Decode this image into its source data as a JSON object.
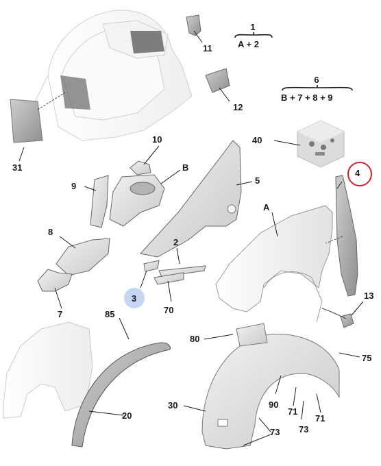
{
  "callouts": {
    "c1": "1",
    "c2": "2",
    "c3": "3",
    "c4": "4",
    "c5": "5",
    "c6": "6",
    "c7": "7",
    "c8": "8",
    "c9": "9",
    "c10": "10",
    "c11": "11",
    "c12": "12",
    "c13": "13",
    "c20": "20",
    "c30": "30",
    "c31": "31",
    "c40": "40",
    "c70": "70",
    "c71a": "71",
    "c71b": "71",
    "c73a": "73",
    "c73b": "73",
    "c75": "75",
    "c80": "80",
    "c85": "85",
    "c90": "90",
    "cA": "A",
    "cB": "B"
  },
  "groups": {
    "g1": {
      "top": "1",
      "bottom": "A + 2"
    },
    "g6": {
      "top": "6",
      "bottom": "B + 7 + 8 + 9"
    }
  },
  "highlight": {
    "circle_color": "#d6202a",
    "dot_color": "#c5d6f2"
  }
}
